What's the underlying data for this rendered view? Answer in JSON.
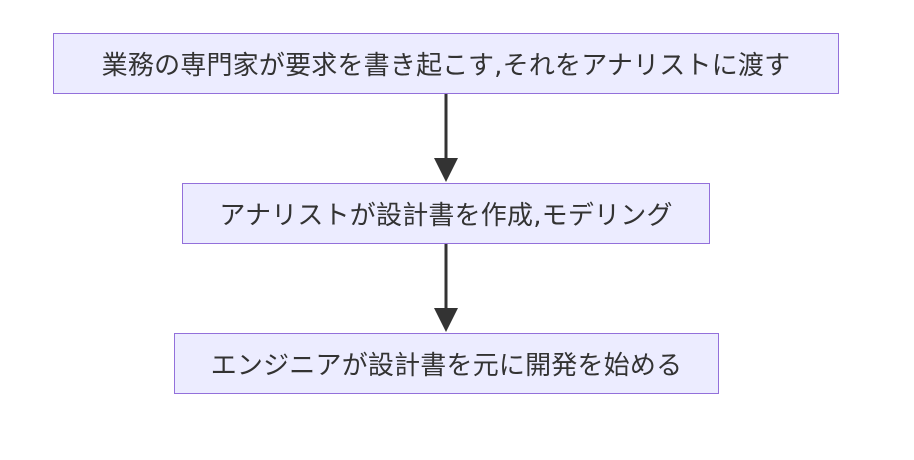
{
  "flowchart": {
    "nodes": [
      {
        "id": "step-1",
        "label": "業務の専門家が要求を書き起こす,それをアナリストに渡す"
      },
      {
        "id": "step-2",
        "label": "アナリストが設計書を作成,モデリング"
      },
      {
        "id": "step-3",
        "label": "エンジニアが設計書を元に開発を始める"
      }
    ],
    "edges": [
      {
        "from": "step-1",
        "to": "step-2"
      },
      {
        "from": "step-2",
        "to": "step-3"
      }
    ]
  },
  "colors": {
    "node_fill": "#ECECFF",
    "node_border": "#9370DB",
    "edge": "#333333",
    "text": "#333333"
  }
}
